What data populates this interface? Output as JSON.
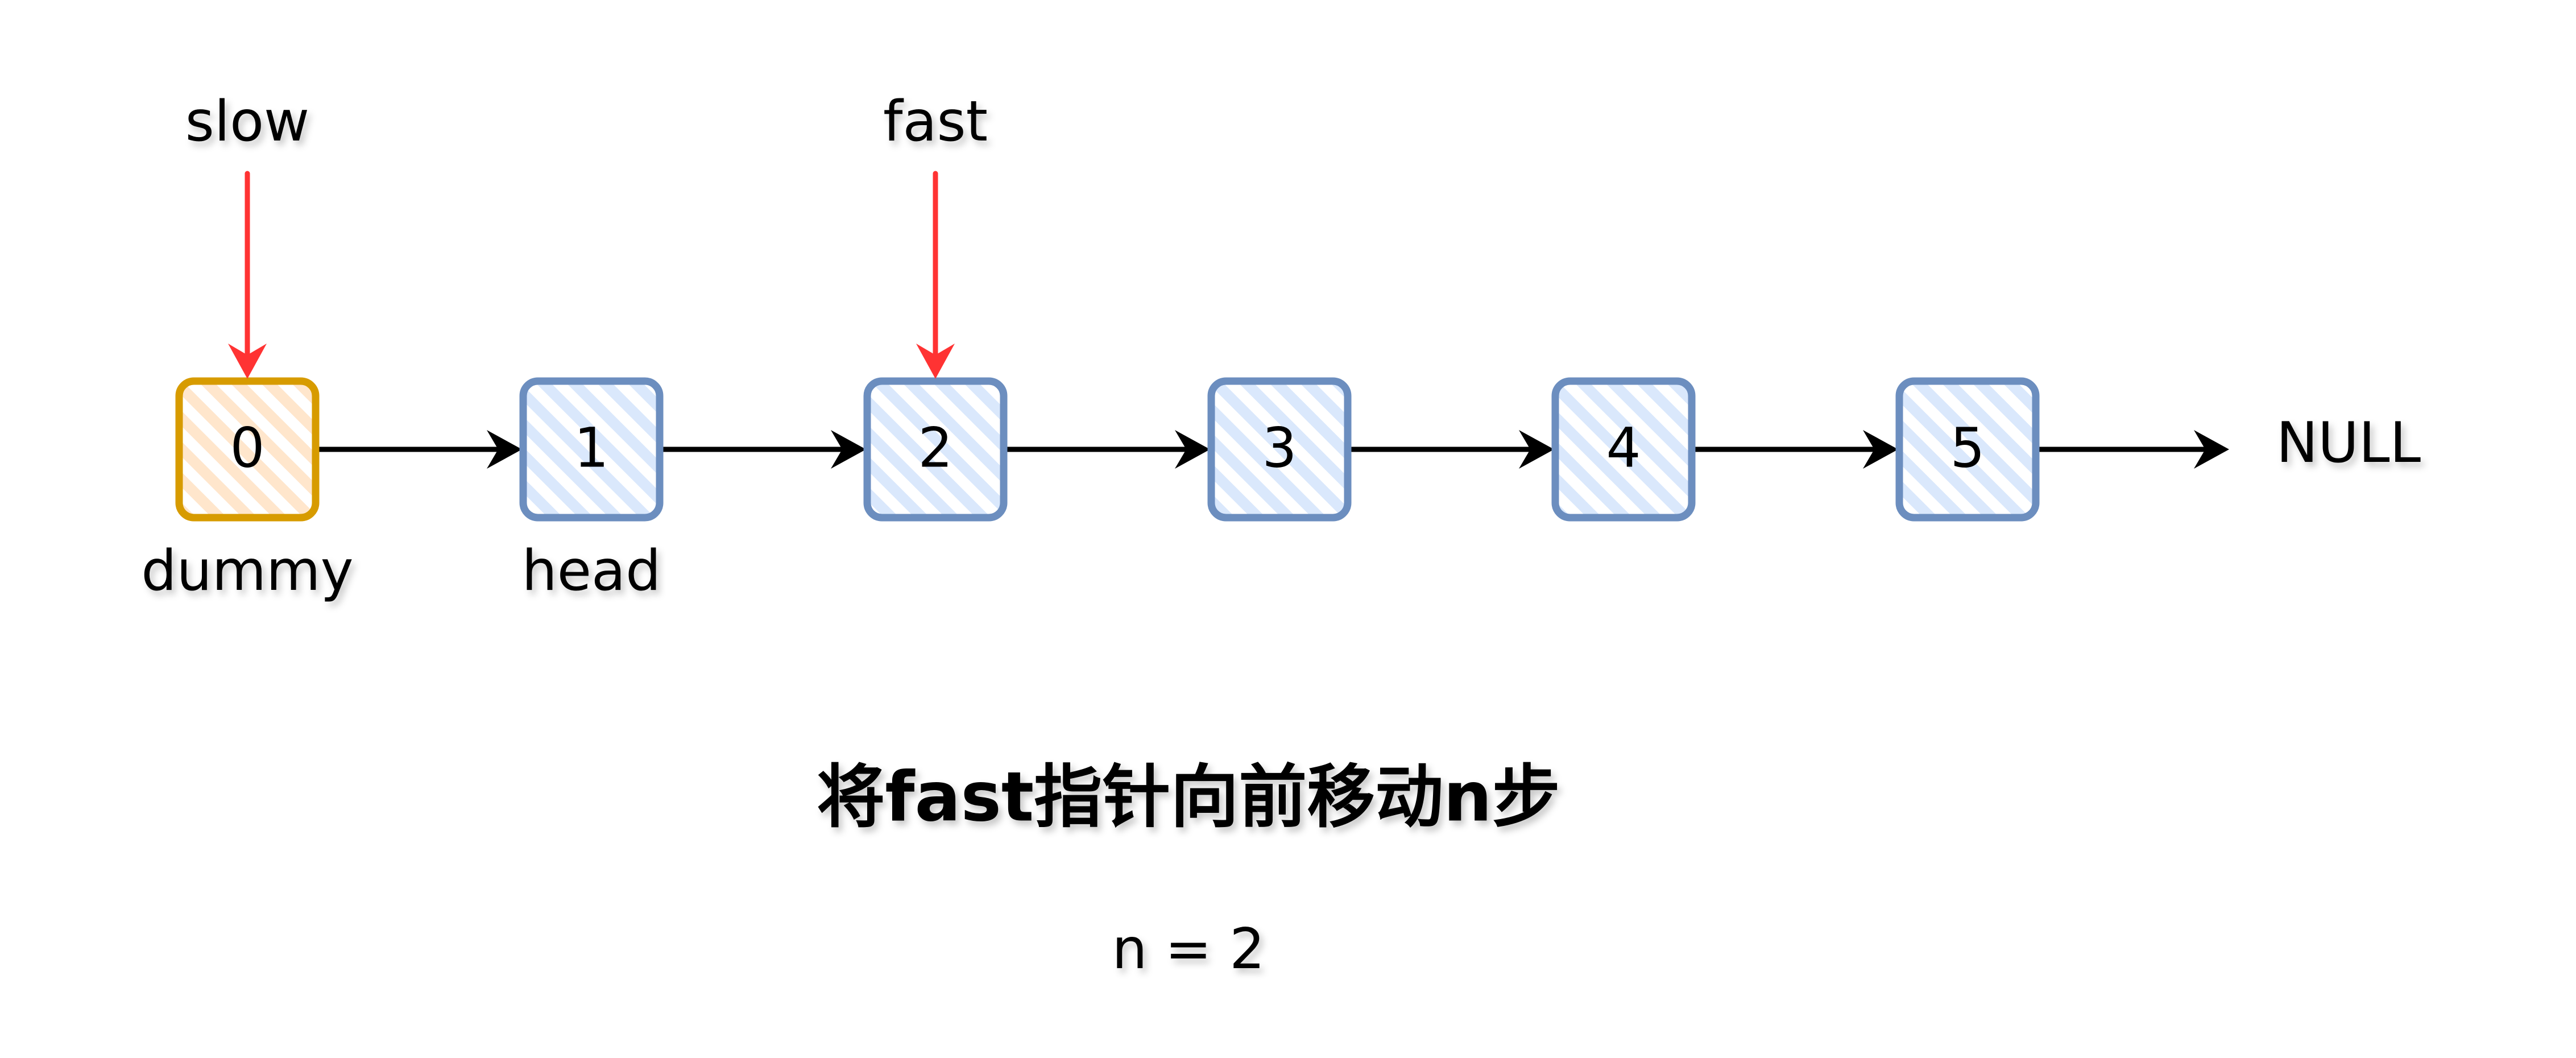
{
  "nodes": [
    {
      "value": "0",
      "label": "dummy",
      "style": "dummy"
    },
    {
      "value": "1",
      "label": "head",
      "style": "normal"
    },
    {
      "value": "2",
      "label": "",
      "style": "normal"
    },
    {
      "value": "3",
      "label": "",
      "style": "normal"
    },
    {
      "value": "4",
      "label": "",
      "style": "normal"
    },
    {
      "value": "5",
      "label": "",
      "style": "normal"
    }
  ],
  "terminal": "NULL",
  "pointers": [
    {
      "name": "slow",
      "target_index": 0
    },
    {
      "name": "fast",
      "target_index": 2
    }
  ],
  "caption": "将fast指针向前移动n步",
  "param": "n = 2",
  "colors": {
    "node_fill": "#dae8fc",
    "node_stroke": "#6c8ebf",
    "dummy_fill": "#ffe6cc",
    "dummy_stroke": "#d79b00",
    "pointer_arrow": "#ff3333",
    "link_arrow": "#000000"
  }
}
